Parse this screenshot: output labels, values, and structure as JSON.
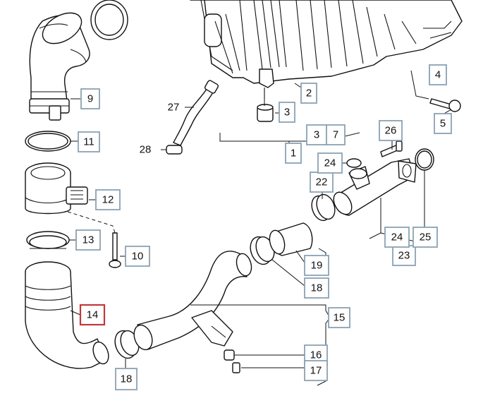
{
  "diagram": {
    "labels": [
      {
        "id": "1",
        "text": "1"
      },
      {
        "id": "2",
        "text": "2"
      },
      {
        "id": "3",
        "text": "3"
      },
      {
        "id": "3b",
        "text": "3"
      },
      {
        "id": "4",
        "text": "4"
      },
      {
        "id": "5",
        "text": "5"
      },
      {
        "id": "7",
        "text": "7"
      },
      {
        "id": "9",
        "text": "9"
      },
      {
        "id": "10",
        "text": "10"
      },
      {
        "id": "11",
        "text": "11"
      },
      {
        "id": "12",
        "text": "12"
      },
      {
        "id": "13",
        "text": "13"
      },
      {
        "id": "14",
        "text": "14",
        "highlighted": true
      },
      {
        "id": "15",
        "text": "15"
      },
      {
        "id": "16",
        "text": "16"
      },
      {
        "id": "17",
        "text": "17"
      },
      {
        "id": "18",
        "text": "18"
      },
      {
        "id": "18b",
        "text": "18"
      },
      {
        "id": "19",
        "text": "19"
      },
      {
        "id": "22",
        "text": "22"
      },
      {
        "id": "23",
        "text": "23"
      },
      {
        "id": "24",
        "text": "24"
      },
      {
        "id": "24b",
        "text": "24"
      },
      {
        "id": "25",
        "text": "25"
      },
      {
        "id": "26",
        "text": "26"
      },
      {
        "id": "27",
        "text": "27"
      },
      {
        "id": "28",
        "text": "28"
      }
    ],
    "colors": {
      "box_border": "#8aa2b4",
      "highlight_border": "#c0393b",
      "line": "#111111"
    }
  }
}
